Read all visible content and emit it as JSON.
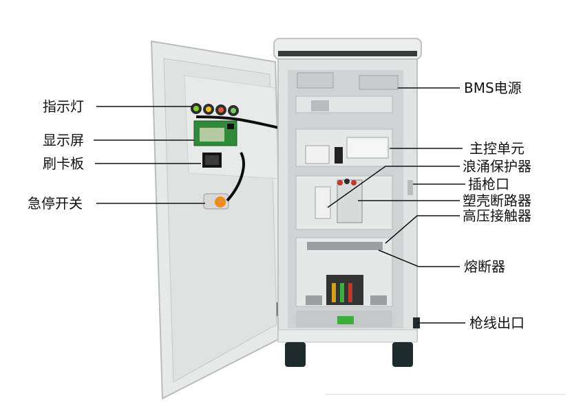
{
  "labels_left": [
    {
      "id": "indicator-light",
      "text": "指示灯"
    },
    {
      "id": "display-screen",
      "text": "显示屏"
    },
    {
      "id": "card-reader-board",
      "text": "刷卡板"
    },
    {
      "id": "emergency-stop-switch",
      "text": "急停开关"
    }
  ],
  "labels_right": [
    {
      "id": "bms-power-supply",
      "text": "BMS电源"
    },
    {
      "id": "main-control-unit",
      "text": "主控单元"
    },
    {
      "id": "surge-protector",
      "text": "浪涌保护器"
    },
    {
      "id": "charging-port",
      "text": "插枪口"
    },
    {
      "id": "molded-case-breaker",
      "text": "塑壳断路器"
    },
    {
      "id": "high-voltage-contactor",
      "text": "高压接触器"
    },
    {
      "id": "fuse",
      "text": "熔断器"
    },
    {
      "id": "cable-outlet",
      "text": "枪线出口"
    }
  ],
  "colors": {
    "cabinet": "#e9ebea",
    "cabinet_shadow": "#c9cccb",
    "interior": "#d9dcdd",
    "panel": "#e4e6e6",
    "rail": "#b8bcbd",
    "base": "#1f2a2a",
    "line": "#111111"
  }
}
